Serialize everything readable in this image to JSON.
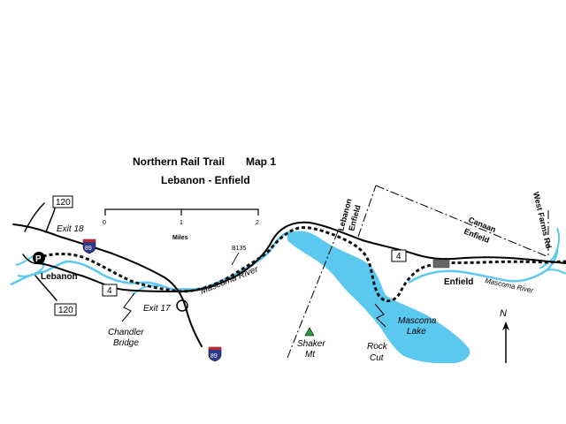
{
  "map": {
    "title_left": "Northern Rail Trail",
    "title_right": "Map 1",
    "subtitle": "Lebanon - Enfield",
    "scale": {
      "ticks": [
        "0",
        "1",
        "2"
      ],
      "unit": "Miles"
    },
    "towns": {
      "lebanon": "Lebanon",
      "enfield": "Enfield"
    },
    "parking_symbol": "P",
    "highways": {
      "route_120_north": "120",
      "route_120_south": "120",
      "route_4_west": "4",
      "route_4_east": "4",
      "i89_north": "89",
      "i89_south": "89"
    },
    "exits": {
      "exit18": "Exit 18",
      "exit17": "Exit 17"
    },
    "features": {
      "mascoma_river_west": "Mascoma River",
      "mascoma_river_east": "Mascoma River",
      "mascoma_lake_1": "Mascoma",
      "mascoma_lake_2": "Lake",
      "shaker_mt_1": "Shaker",
      "shaker_mt_2": "Mt",
      "rock_cut_1": "Rock",
      "rock_cut_2": "Cut",
      "chandler_bridge_1": "Chandler",
      "chandler_bridge_2": "Bridge",
      "b135": "B135"
    },
    "boundaries": {
      "lebanon_enfield_1": "Lebanon",
      "lebanon_enfield_2": "Enfield",
      "canaan_enfield_1": "Canaan",
      "canaan_enfield_2": "Enfield"
    },
    "roads": {
      "west_farms": "West Farms Rd"
    },
    "north_arrow": "N",
    "colors": {
      "water": "#5bc8ef",
      "trail": "#111111",
      "road": "#000000",
      "interstate_shield": "#2d3a8c",
      "interstate_top": "#c0282d"
    }
  }
}
